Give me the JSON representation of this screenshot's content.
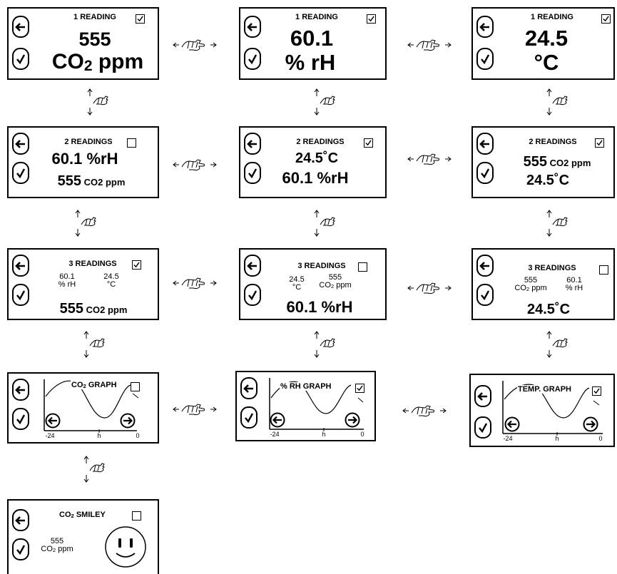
{
  "screens": {
    "co2_1": {
      "title": "1 READING",
      "value": "555",
      "unit_main": "CO",
      "unit_sub": "2",
      "unit_tail": " ppm",
      "checked": true
    },
    "rh_1": {
      "title": "1 READING",
      "value": "60.1",
      "unit": "% rH",
      "checked": true
    },
    "temp_1": {
      "title": "1 READING",
      "value": "24.5",
      "unit": "°C",
      "checked": true
    },
    "two_rh": {
      "title": "2 READINGS",
      "line1_value": "60.1",
      "line1_unit": " %rH",
      "line2_value": "555",
      "line2_unit": " CO2 ppm",
      "checked": false
    },
    "two_temp": {
      "title": "2 READINGS",
      "line1_value": "24.5",
      "line1_unit": "˚C",
      "line2_value": "60.1",
      "line2_unit": " %rH",
      "checked": true
    },
    "two_co2": {
      "title": "2 READINGS",
      "line1_value": "555",
      "line1_unit": " CO2 ppm",
      "line2_value": "24.5",
      "line2_unit": "˚C",
      "checked": true
    },
    "three_co2": {
      "title": "3 READINGS",
      "small1_value": "60.1",
      "small1_unit": "% rH",
      "small2_value": "24.5",
      "small2_unit": "°C",
      "big_value": "555",
      "big_unit": " CO2 ppm",
      "checked": true
    },
    "three_rh": {
      "title": "3 READINGS",
      "small1_value": "24.5",
      "small1_unit": "°C",
      "small2_value": "555",
      "small2_unit_main": "CO",
      "small2_unit_sub": "2",
      "small2_unit_tail": " ppm",
      "big_value": "60.1",
      "big_unit": " %rH",
      "checked": false
    },
    "three_temp": {
      "title": "3 READINGS",
      "small1_value": "555",
      "small1_unit_main": "CO",
      "small1_unit_sub": "2",
      "small1_unit_tail": " ppm",
      "small2_value": "60.1",
      "small2_unit": "% rH",
      "big_value": "24.5",
      "big_unit": "˚C",
      "checked": false
    },
    "graph_co2": {
      "title_main": "CO",
      "title_sub": "2",
      "title_tail": " GRAPH",
      "x_start": "-24",
      "x_mid": "h",
      "x_end": "0",
      "checked": false
    },
    "graph_rh": {
      "title": "% RH GRAPH",
      "x_start": "-24",
      "x_mid": "h",
      "x_end": "0",
      "checked": true
    },
    "graph_temp": {
      "title": "TEMP. GRAPH",
      "x_start": "-24",
      "x_mid": "h",
      "x_end": "0",
      "checked": true
    },
    "smiley_co2": {
      "title_main": "CO",
      "title_sub": "2",
      "title_tail": " SMILEY",
      "value": "555",
      "unit_main": "CO",
      "unit_sub": "2",
      "unit_tail": " ppm",
      "checked": false
    }
  },
  "icons": {
    "back": "arrow-left-icon",
    "ok": "checkmark-icon",
    "connector": "hand-pointer-icon",
    "graph_left": "circle-arrow-left-icon",
    "graph_right": "circle-arrow-right-icon",
    "face": "smiley-face-icon"
  }
}
